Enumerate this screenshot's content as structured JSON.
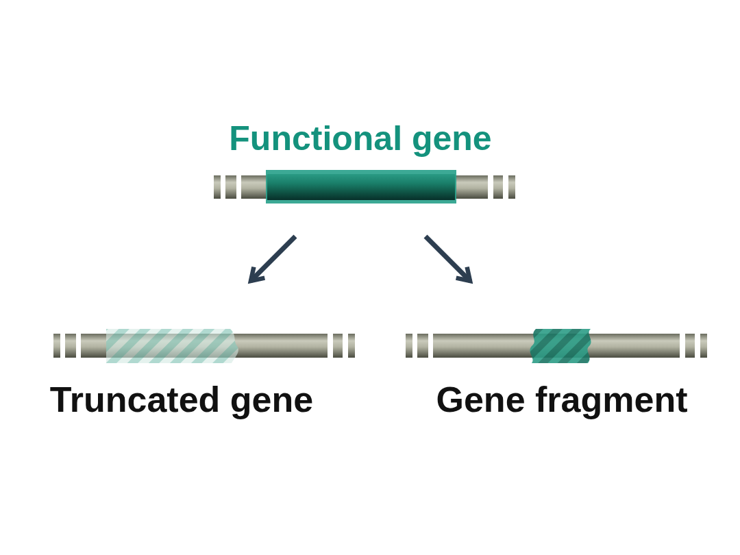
{
  "diagram": {
    "nodes": [
      {
        "text": [
          "Functional gene"
        ]
      },
      {
        "text": [
          "Truncated gene"
        ]
      },
      {
        "text": [
          "Gene fragment"
        ]
      }
    ],
    "edges": [
      {
        "from": 0,
        "to": 1,
        "arrow": "to"
      },
      {
        "from": 0,
        "to": 2,
        "arrow": "to"
      }
    ]
  }
}
